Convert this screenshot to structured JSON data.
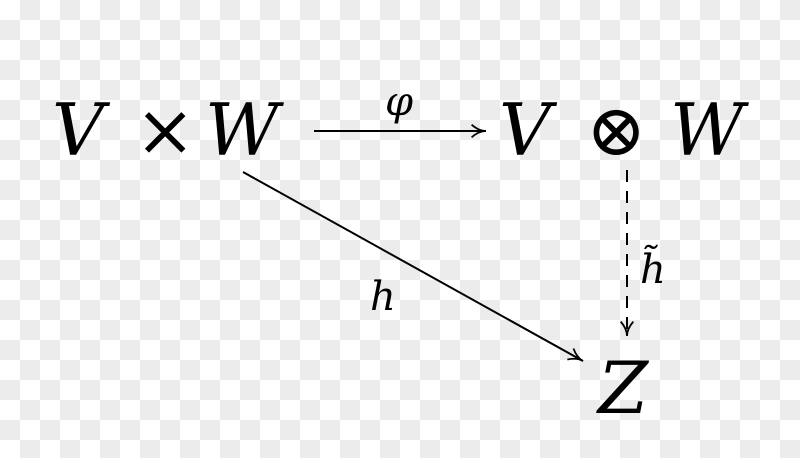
{
  "diagram": {
    "nodes": {
      "domain": {
        "left": "V",
        "op": "×",
        "right": "W"
      },
      "tensor": {
        "left": "V",
        "op": "⊗",
        "right": "W"
      },
      "target": "Z"
    },
    "arrows": {
      "phi": {
        "label": "φ"
      },
      "h": {
        "label": "h"
      },
      "h_tilde": {
        "label": "h̃",
        "style": "dashed"
      }
    },
    "colors": {
      "ink": "#000000",
      "checker": "#ececec"
    }
  }
}
